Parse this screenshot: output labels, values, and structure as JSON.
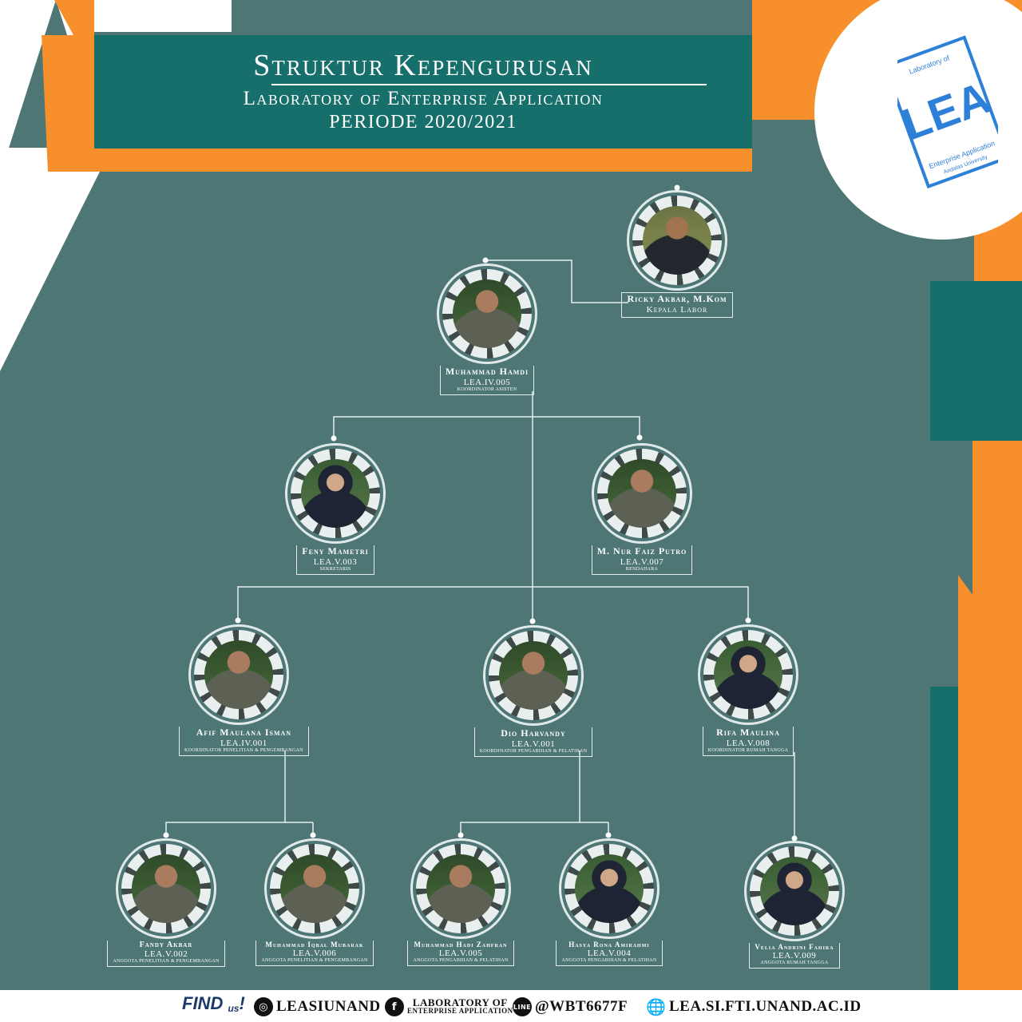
{
  "header": {
    "title": "Struktur Kepengurusan",
    "subtitle": "Laboratory of Enterprise Application",
    "period": "PERIODE 2020/2021"
  },
  "logo": {
    "text": "LEA",
    "ring_top": "Laboratory of",
    "ring_bottom": "Enterprise Application",
    "ring_small": "Andalas University"
  },
  "members": {
    "ricky": {
      "name": "Ricky Akbar, M.Kom",
      "role": "Kepala Labor"
    },
    "hamdi": {
      "name": "Muhammad Hamdi",
      "code": "LEA.IV.005",
      "role": "Koordinator Asisten"
    },
    "feny": {
      "name": "Feny Mametri",
      "code": "LEA.V.003",
      "role": "Sekretaris"
    },
    "faiz": {
      "name": "M. Nur Faiz Putro",
      "code": "LEA.V.007",
      "role": "Bendahara"
    },
    "afif": {
      "name": "Afif Maulana Isman",
      "code": "LEA.IV.001",
      "role": "Koordinator Penelitian & Pengembangan"
    },
    "dio": {
      "name": "Dio Harvandy",
      "code": "LEA.V.001",
      "role": "Koordinator Pengabdian & Pelatihan"
    },
    "rifa": {
      "name": "Rifa Maulina",
      "code": "LEA.V.008",
      "role": "Koordinator Rumah Tangga"
    },
    "fandy": {
      "name": "Fandy Akbar",
      "code": "LEA.V.002",
      "role": "Anggota Penelitian & Pengembangan"
    },
    "iqbal": {
      "name": "Muhammad Iqbal Mubarak",
      "code": "LEA.V.006",
      "role": "Anggota Penelitian & Pengembangan"
    },
    "hadi": {
      "name": "Muhammad Hadi Zahfran",
      "code": "LEA.V.005",
      "role": "Anggota Pengabdian & Pelatihan"
    },
    "hasya": {
      "name": "Hasya Rona Amirahmi",
      "code": "LEA.V.004",
      "role": "Anggota Pengabdian & Pelatihan"
    },
    "velia": {
      "name": "Velia Andrini Fahira",
      "code": "LEA.V.009",
      "role": "Anggota Rumah Tangga"
    }
  },
  "footer": {
    "find": "FIND",
    "find_sub": "us",
    "instagram": "LEASIUNAND",
    "facebook_line1": "LABORATORY OF",
    "facebook_line2": "ENTERPRISE APPLICATION",
    "line": "@WBT6677F",
    "website": "LEA.SI.FTI.UNAND.AC.ID"
  },
  "colors": {
    "background": "#4d7674",
    "accent_orange": "#f7902c",
    "accent_teal": "#176f6c",
    "white": "#ffffff"
  }
}
